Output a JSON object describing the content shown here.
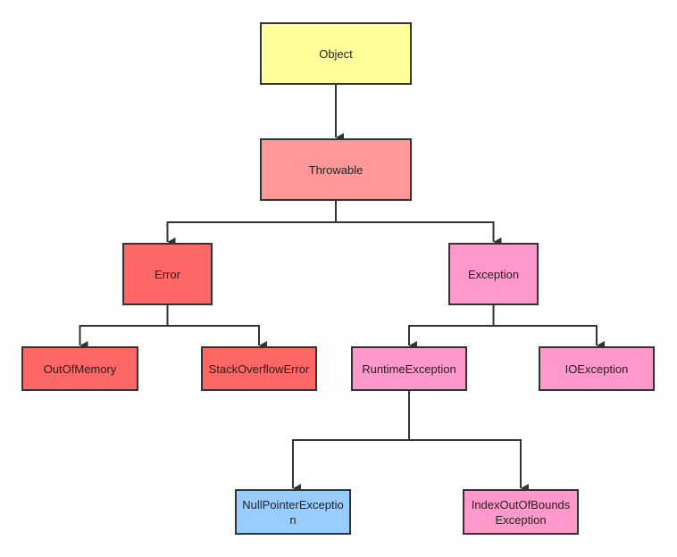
{
  "colors": {
    "object": "#ffff99",
    "throwable": "#ff9999",
    "error": "#ff6666",
    "exception": "#ff99cc",
    "null_pointer": "#99ccff",
    "line": "#333333"
  },
  "nodes": {
    "object": {
      "label": "Object",
      "color_key": "object"
    },
    "throwable": {
      "label": "Throwable",
      "color_key": "throwable"
    },
    "error": {
      "label": "Error",
      "color_key": "error"
    },
    "exception": {
      "label": "Exception",
      "color_key": "exception"
    },
    "out_of_memory": {
      "label": "OutOfMemory",
      "color_key": "error"
    },
    "stack_overflow": {
      "label": "StackOverflowError",
      "color_key": "error"
    },
    "runtime_exception": {
      "label": "RuntimeException",
      "color_key": "exception"
    },
    "io_exception": {
      "label": "IOException",
      "color_key": "exception"
    },
    "null_pointer_exception": {
      "label": "NullPointerException",
      "color_key": "null_pointer"
    },
    "index_out_of_bounds": {
      "label": "IndexOutOfBoundsException",
      "color_key": "exception"
    }
  },
  "edges": [
    {
      "from": "object",
      "to": "throwable"
    },
    {
      "from": "throwable",
      "to": "error"
    },
    {
      "from": "throwable",
      "to": "exception"
    },
    {
      "from": "error",
      "to": "out_of_memory"
    },
    {
      "from": "error",
      "to": "stack_overflow"
    },
    {
      "from": "exception",
      "to": "runtime_exception"
    },
    {
      "from": "exception",
      "to": "io_exception"
    },
    {
      "from": "runtime_exception",
      "to": "null_pointer_exception"
    },
    {
      "from": "runtime_exception",
      "to": "index_out_of_bounds"
    }
  ]
}
